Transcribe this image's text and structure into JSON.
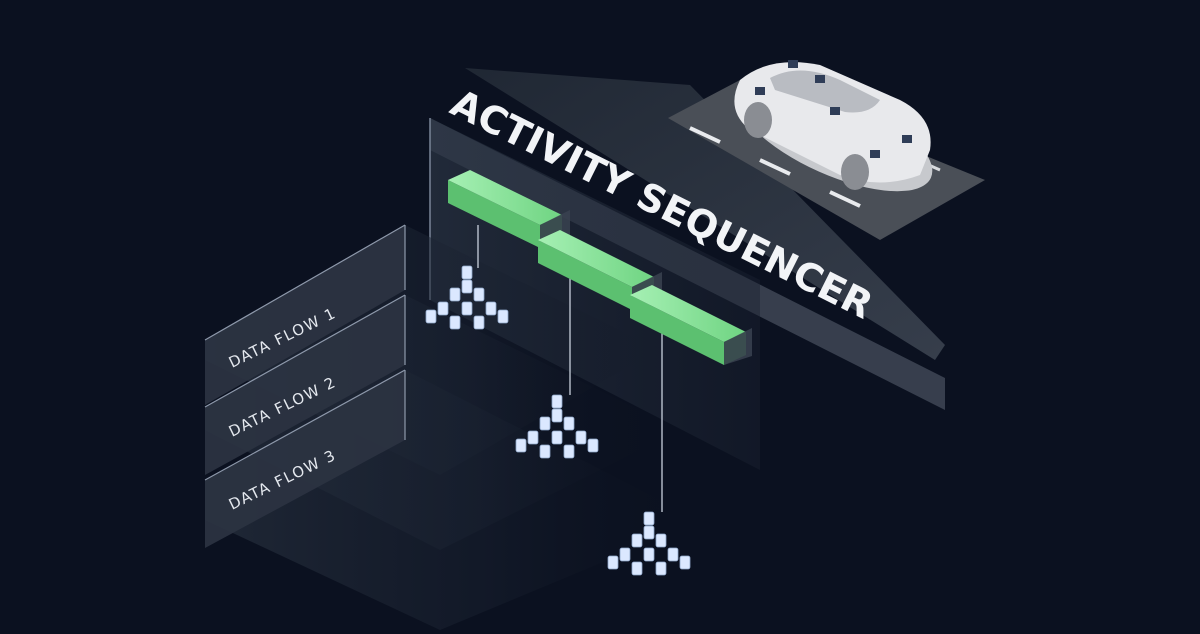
{
  "title": "ACTIVITY SEQUENCER",
  "flows": [
    {
      "label": "DATA FLOW 1"
    },
    {
      "label": "DATA FLOW 2"
    },
    {
      "label": "DATA FLOW 3"
    }
  ],
  "colors": {
    "background": "#0b1120",
    "panel": "#1b2330",
    "activity": "#7fd98f",
    "cube": "#dbe8ff",
    "car": "#e4e6ea",
    "sensor": "#3a4a66",
    "road": "#4a4f57"
  }
}
